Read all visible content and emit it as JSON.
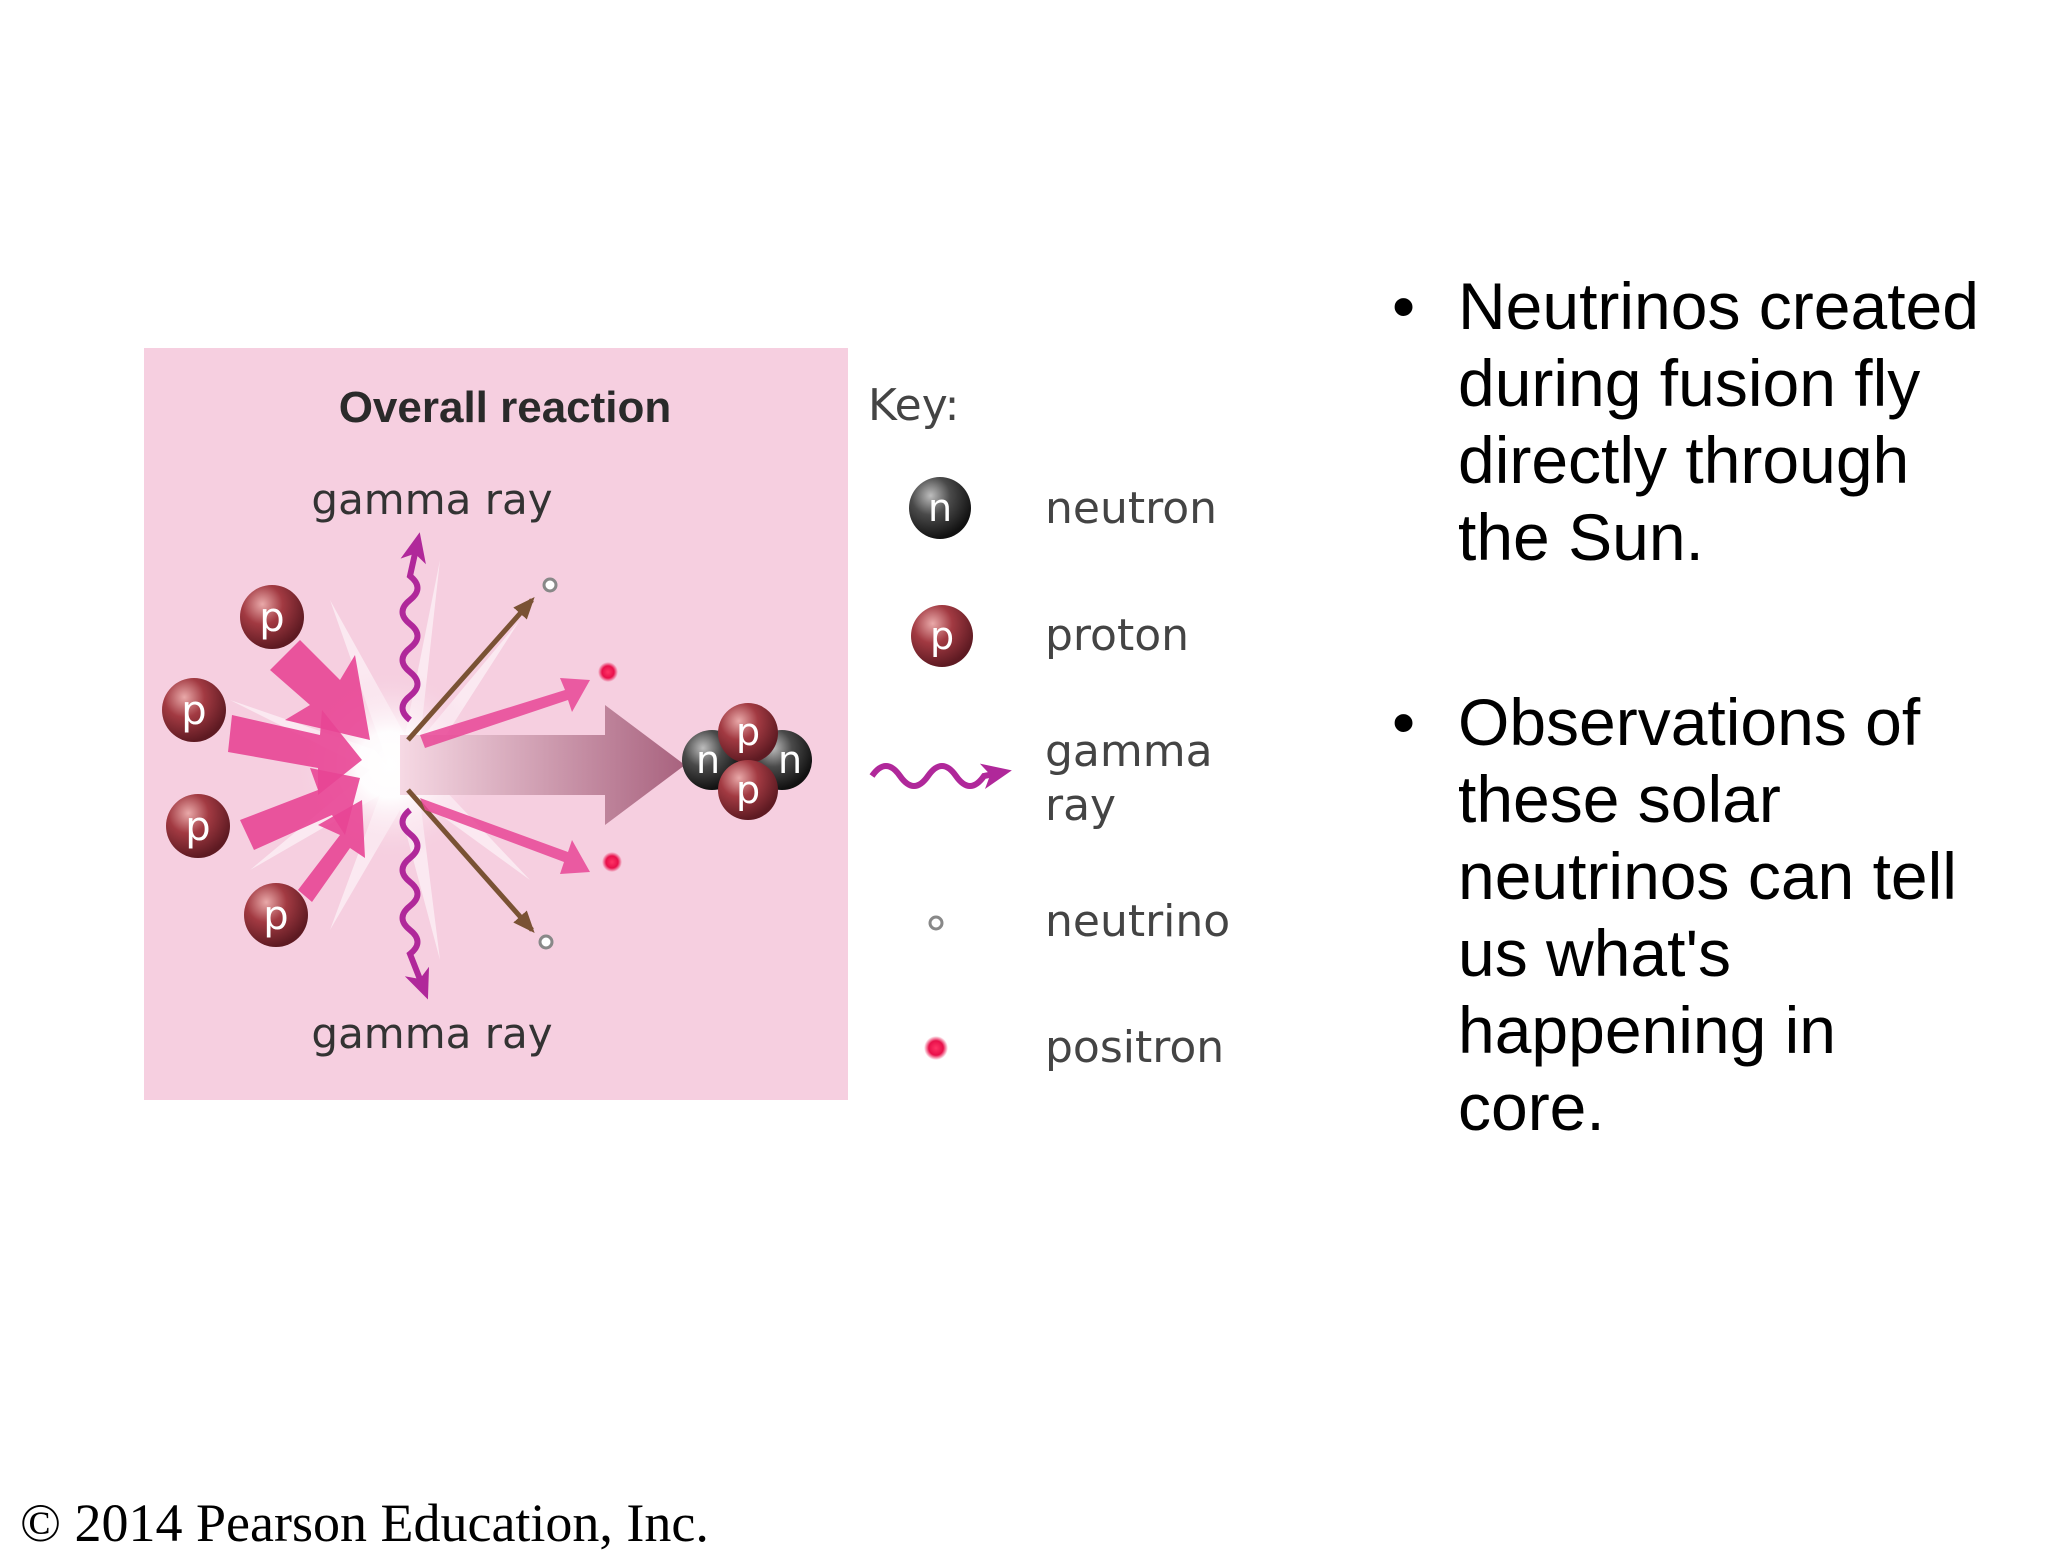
{
  "diagram": {
    "title": "Overall reaction",
    "gamma_top_label": "gamma ray",
    "gamma_bottom_label": "gamma ray",
    "proton_letter": "p",
    "neutron_letter": "n"
  },
  "key": {
    "heading": "Key:",
    "items": [
      {
        "icon": "neutron-icon",
        "label_lines": [
          "neutron"
        ]
      },
      {
        "icon": "proton-icon",
        "label_lines": [
          "proton"
        ]
      },
      {
        "icon": "gamma-ray-icon",
        "label_lines": [
          "gamma",
          "ray"
        ]
      },
      {
        "icon": "neutrino-icon",
        "label_lines": [
          "neutrino"
        ]
      },
      {
        "icon": "positron-icon",
        "label_lines": [
          "positron"
        ]
      }
    ]
  },
  "bullets": [
    {
      "marker": "•",
      "text": "Neutrinos created during fusion fly directly through the Sun."
    },
    {
      "marker": "•",
      "text": "Observations of these solar neutrinos can tell us what's happening in core."
    }
  ],
  "footer": {
    "copyright": "© 2014 Pearson Education, Inc."
  },
  "colors": {
    "panel_bg": "#f6cfe0",
    "proton": "#8e2b36",
    "neutron": "#3a3a3a",
    "gamma": "#b0289a",
    "positron": "#e8104a",
    "neutrino": "#888888",
    "pink_arrow": "#e84595",
    "brown_arrow": "#7a5234"
  }
}
